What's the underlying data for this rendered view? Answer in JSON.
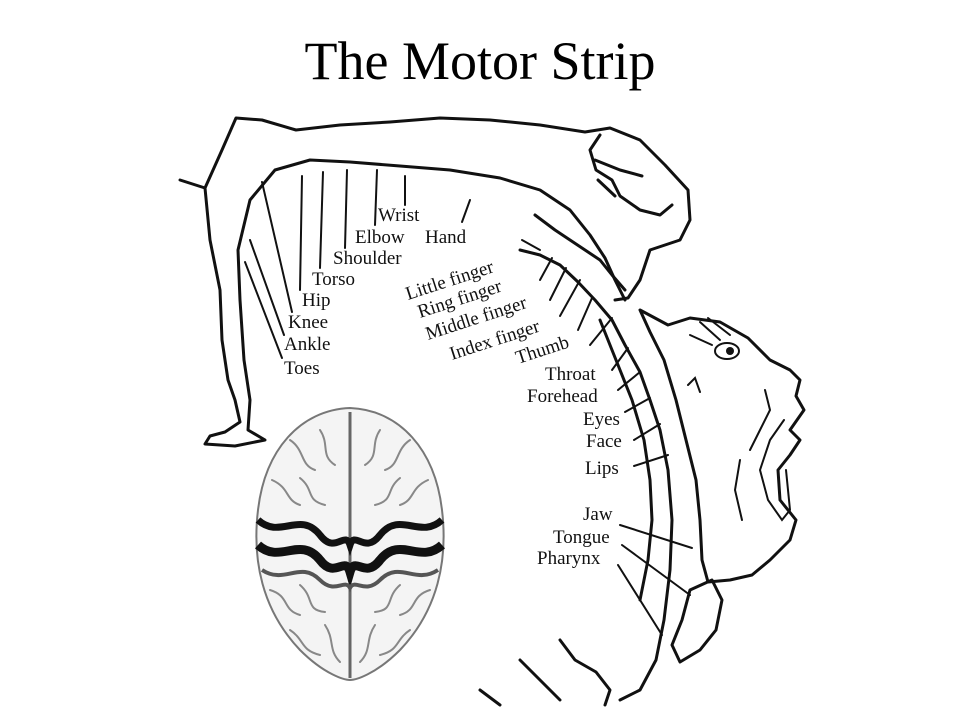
{
  "title": "The Motor Strip",
  "labels": {
    "wrist": "Wrist",
    "elbow": "Elbow",
    "hand": "Hand",
    "shoulder": "Shoulder",
    "torso": "Torso",
    "hip": "Hip",
    "knee": "Knee",
    "ankle": "Ankle",
    "toes": "Toes",
    "little_finger": "Little finger",
    "ring_finger": "Ring finger",
    "middle_finger": "Middle finger",
    "index_finger": "Index finger",
    "thumb": "Thumb",
    "throat": "Throat",
    "forehead": "Forehead",
    "eyes": "Eyes",
    "face": "Face",
    "lips": "Lips",
    "jaw": "Jaw",
    "tongue": "Tongue",
    "pharynx": "Pharynx"
  }
}
